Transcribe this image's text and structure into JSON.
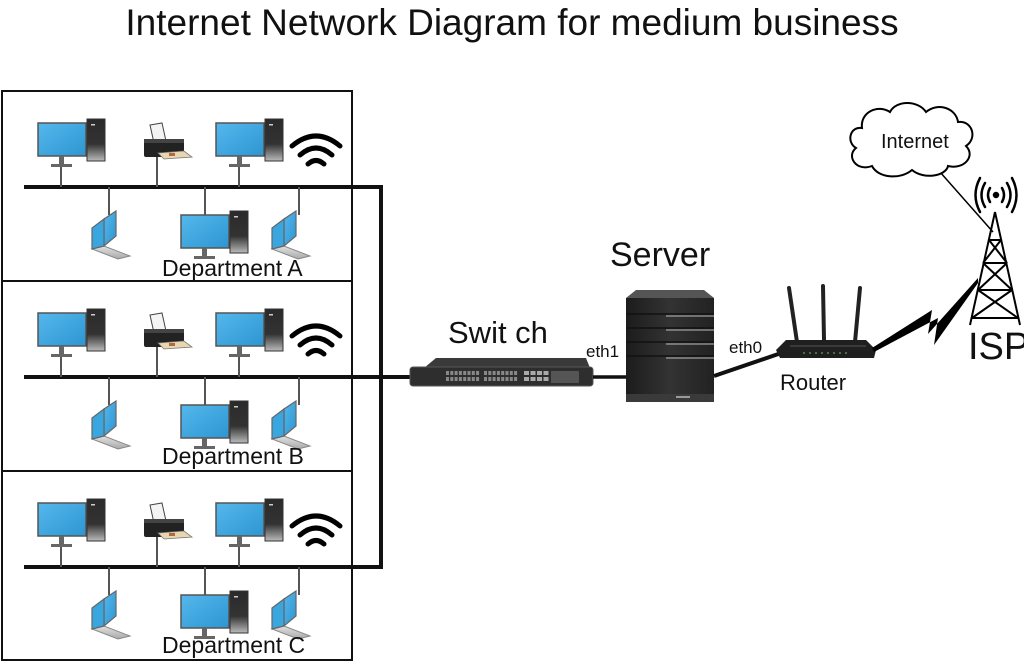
{
  "title": "Internet Network Diagram for medium business",
  "departments": [
    {
      "label": "Department A",
      "top_row": [
        "desktop",
        "printer",
        "desktop",
        "wifi"
      ],
      "bottom_row": [
        "laptop",
        "desktop",
        "laptop"
      ]
    },
    {
      "label": "Department B",
      "top_row": [
        "desktop",
        "printer",
        "desktop",
        "wifi"
      ],
      "bottom_row": [
        "laptop",
        "desktop",
        "laptop"
      ]
    },
    {
      "label": "Department C",
      "top_row": [
        "desktop",
        "printer",
        "desktop",
        "wifi"
      ],
      "bottom_row": [
        "laptop",
        "desktop",
        "laptop"
      ]
    }
  ],
  "devices": {
    "switch_label": "Swit ch",
    "server_label": "Server",
    "router_label": "Router",
    "isp_label": "ISP",
    "internet_label": "Internet",
    "server_port_label": "eth1",
    "router_port_label": "eth0"
  },
  "colors": {
    "screen": "#3aa6e0",
    "line": "#111111",
    "device_dark": "#2b2b2b"
  }
}
